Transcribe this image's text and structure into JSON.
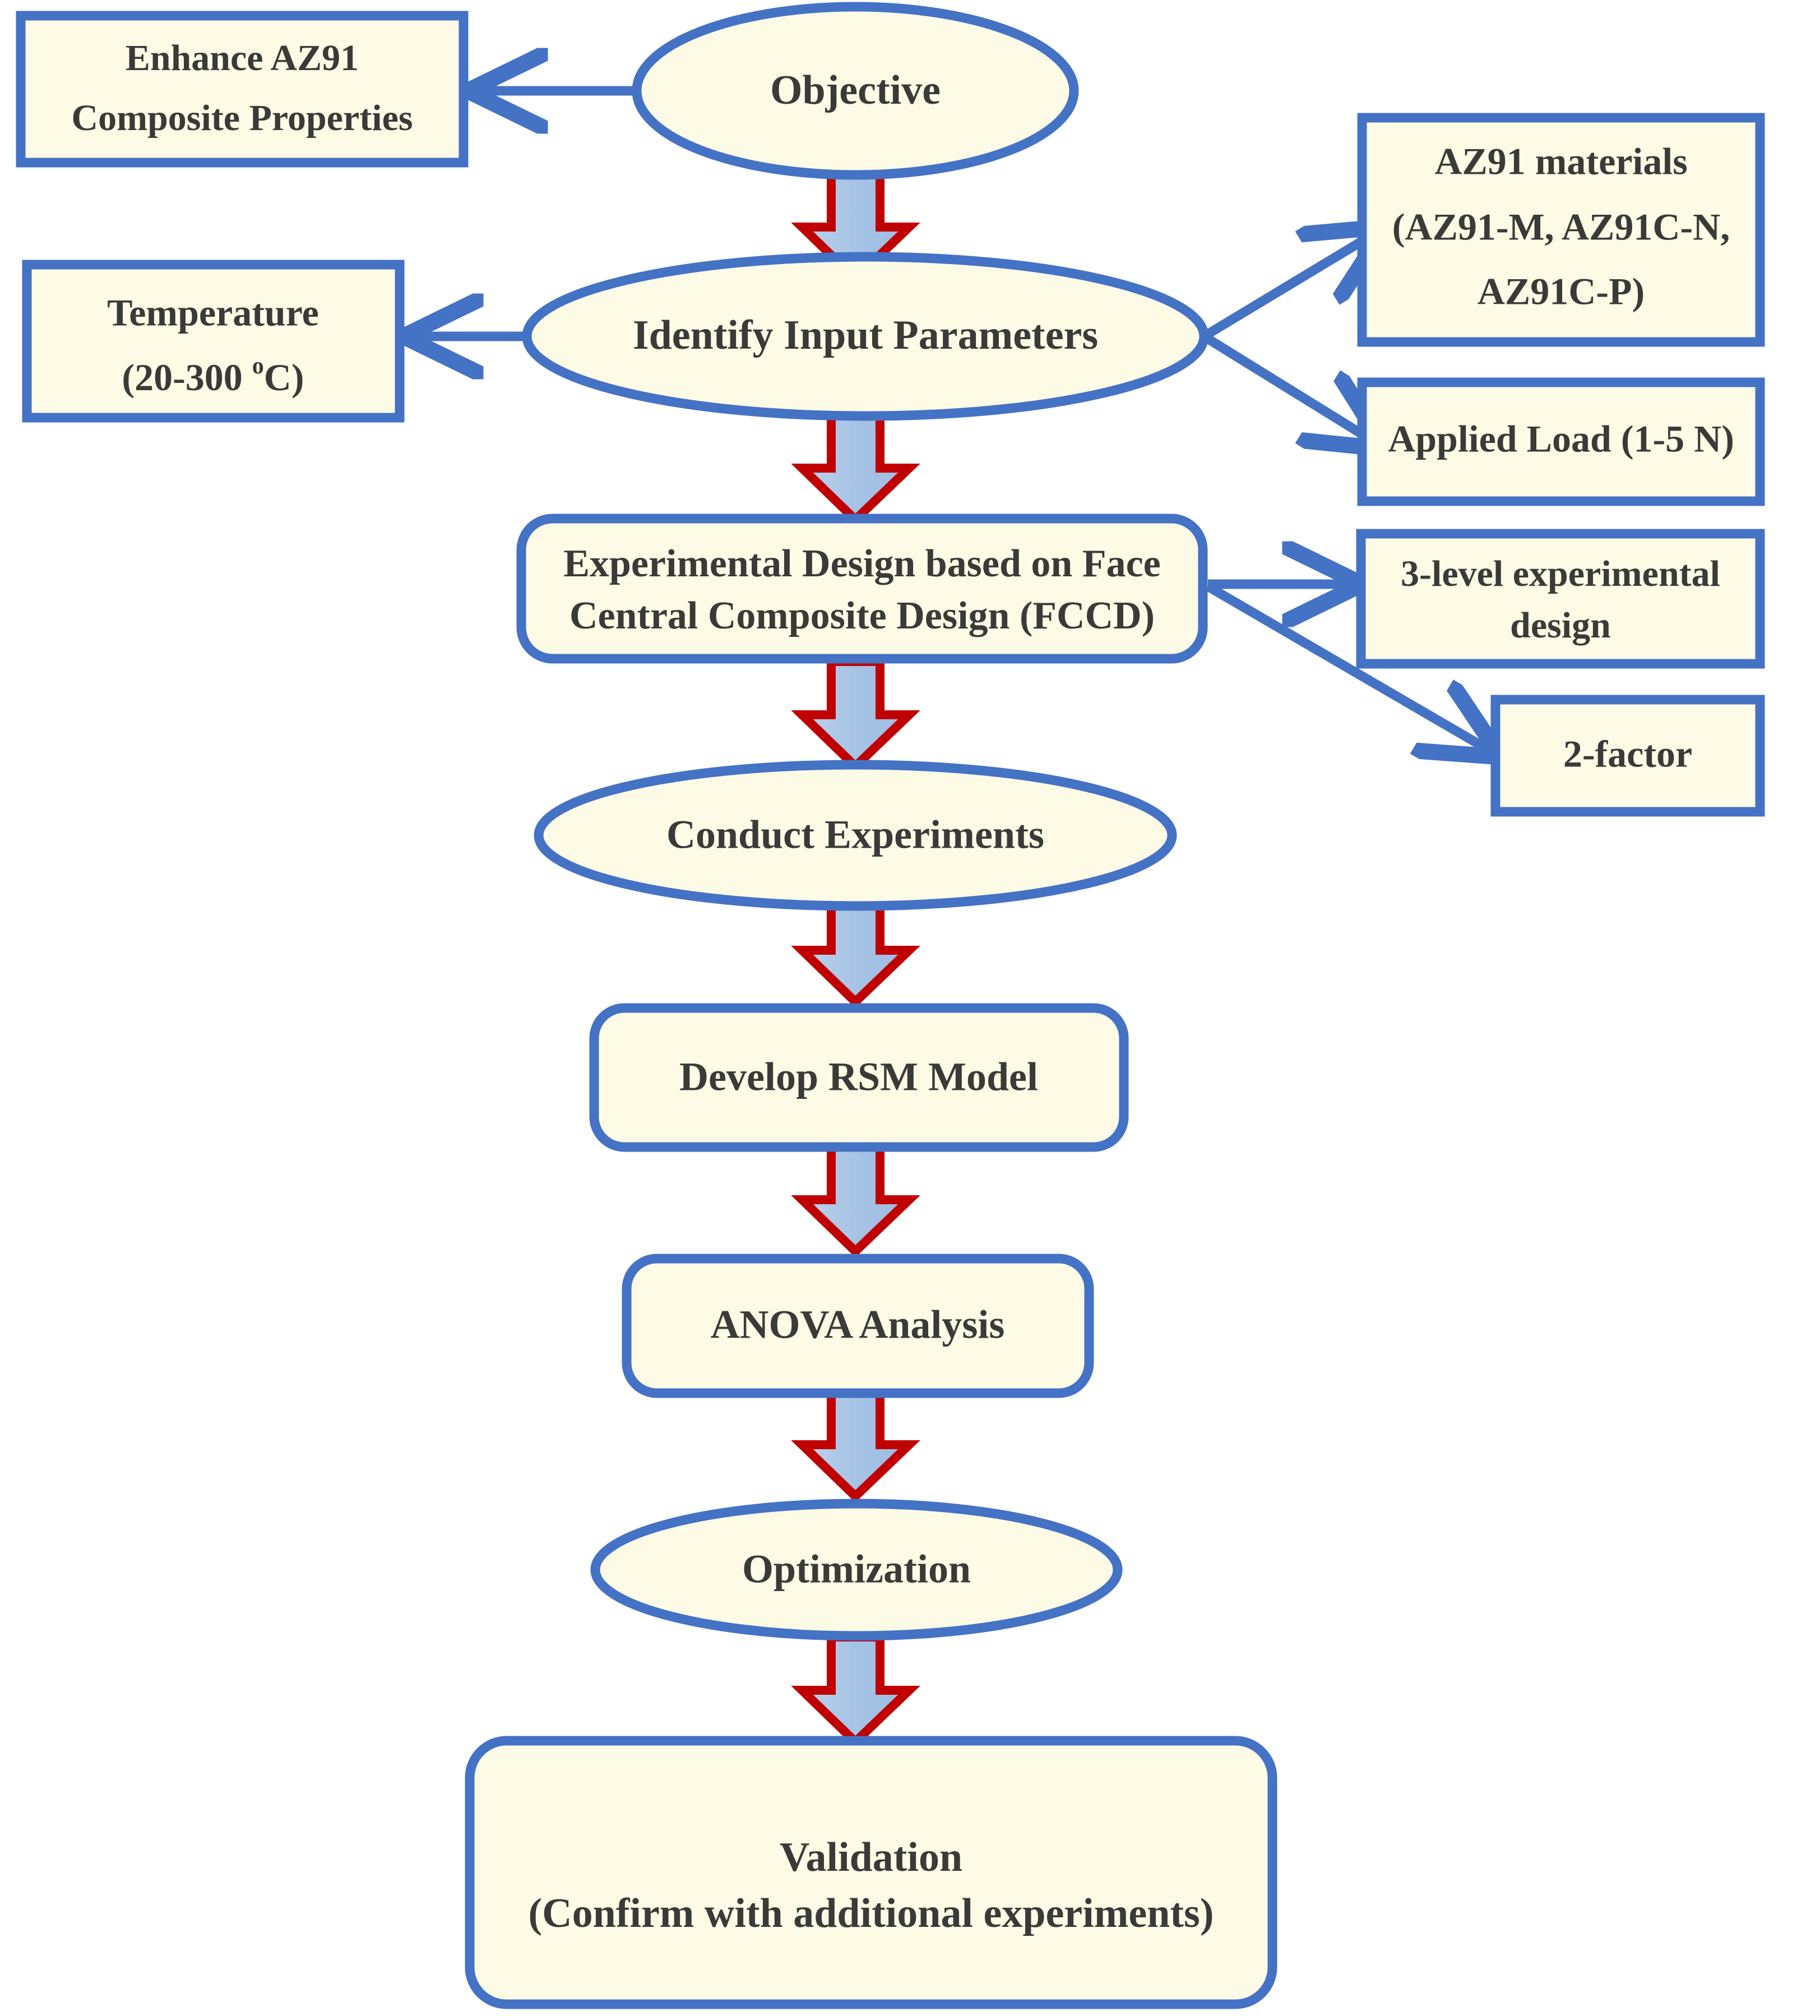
{
  "diagram": {
    "title": "RSM experimental workflow for AZ91 composite optimization",
    "colors": {
      "node_stroke": "#4472C4",
      "node_fill": "#FDFBE6",
      "connector": "#4472C4",
      "flow_arrow_stroke": "#C00000",
      "flow_arrow_fill": "#A9C7E8",
      "text": "#3A3A38",
      "background": "#FFFFFF"
    },
    "main_chain": [
      {
        "id": "objective",
        "shape": "ellipse",
        "lines": [
          "Objective"
        ]
      },
      {
        "id": "identify",
        "shape": "ellipse",
        "lines": [
          "Identify Input Parameters"
        ]
      },
      {
        "id": "fccd",
        "shape": "rounded-rect",
        "lines": [
          "Experimental Design based on Face",
          "Central Composite Design (FCCD)"
        ]
      },
      {
        "id": "conduct",
        "shape": "ellipse",
        "lines": [
          "Conduct Experiments"
        ]
      },
      {
        "id": "rsm",
        "shape": "rounded-rect",
        "lines": [
          "Develop RSM Model"
        ]
      },
      {
        "id": "anova",
        "shape": "rounded-rect",
        "lines": [
          "ANOVA Analysis"
        ]
      },
      {
        "id": "optimization",
        "shape": "ellipse",
        "lines": [
          "Optimization"
        ]
      },
      {
        "id": "validation",
        "shape": "rounded-rect",
        "lines": [
          "Validation",
          "(Confirm with additional experiments)"
        ]
      }
    ],
    "side_nodes": [
      {
        "id": "enhance",
        "shape": "rect",
        "side": "left",
        "from": "objective",
        "lines": [
          "Enhance AZ91",
          "Composite Properties"
        ]
      },
      {
        "id": "temperature",
        "shape": "rect",
        "side": "left",
        "from": "identify",
        "lines": [
          "Temperature",
          "(20-300 ºC)"
        ],
        "line2_prefix": "(20-300 ",
        "line2_sup": "o",
        "line2_suffix": "C)"
      },
      {
        "id": "az91",
        "shape": "rect",
        "side": "right",
        "from": "identify",
        "lines": [
          "AZ91 materials",
          "(AZ91-M, AZ91C-N,",
          "AZ91C-P)"
        ]
      },
      {
        "id": "load",
        "shape": "rect",
        "side": "right",
        "from": "identify",
        "lines": [
          "Applied Load (1-5 N)"
        ]
      },
      {
        "id": "threelevel",
        "shape": "rect",
        "side": "right",
        "from": "fccd",
        "lines": [
          "3-level experimental",
          "design"
        ]
      },
      {
        "id": "twofactor",
        "shape": "rect",
        "side": "right",
        "from": "fccd",
        "lines": [
          "2-factor"
        ]
      }
    ],
    "flow_arrows": [
      {
        "from": "objective",
        "to": "identify"
      },
      {
        "from": "identify",
        "to": "fccd"
      },
      {
        "from": "fccd",
        "to": "conduct"
      },
      {
        "from": "conduct",
        "to": "rsm"
      },
      {
        "from": "rsm",
        "to": "anova"
      },
      {
        "from": "anova",
        "to": "optimization"
      },
      {
        "from": "optimization",
        "to": "validation"
      }
    ],
    "connectors": [
      {
        "from": "objective",
        "to": "enhance",
        "style": "straight-left"
      },
      {
        "from": "identify",
        "to": "temperature",
        "style": "straight-left"
      },
      {
        "from": "identify",
        "to": "az91",
        "style": "diagonal-up-right"
      },
      {
        "from": "identify",
        "to": "load",
        "style": "diagonal-down-right"
      },
      {
        "from": "fccd",
        "to": "threelevel",
        "style": "straight-right"
      },
      {
        "from": "fccd",
        "to": "twofactor",
        "style": "diagonal-down-right"
      }
    ]
  }
}
